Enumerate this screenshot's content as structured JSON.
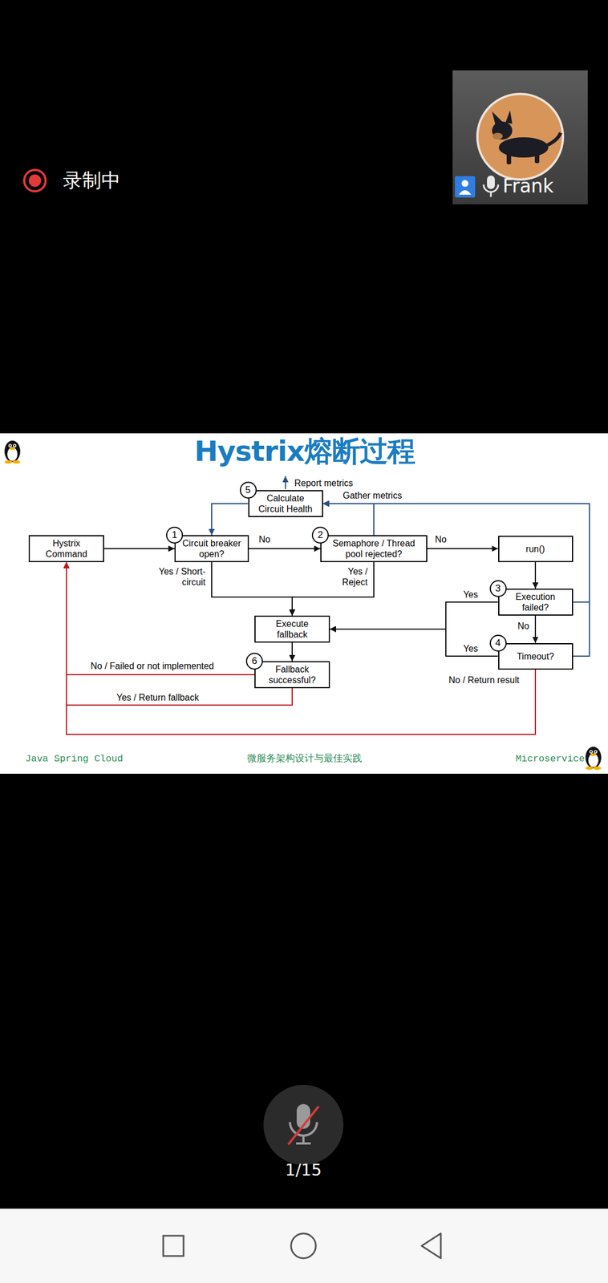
{
  "diagram": {
    "title": "Hystrix熔断过程",
    "nodes": [
      {
        "text": [
          "Calculate Circuit Health"
        ]
      },
      {
        "text": [
          "Hystrix Command"
        ]
      },
      {
        "text": [
          "Circuit breaker open?"
        ]
      },
      {
        "text": [
          "Semaphore / Thread pool rejected?"
        ]
      },
      {
        "text": [
          "run()"
        ]
      },
      {
        "text": [
          "Execution failed?"
        ]
      },
      {
        "text": [
          "Execute fallback"
        ]
      },
      {
        "text": [
          "Timeout?"
        ]
      },
      {
        "text": [
          "Fallback successful?"
        ]
      }
    ],
    "edges": [
      {
        "from": 1,
        "to": 2,
        "arrow": "to"
      },
      {
        "from": 2,
        "to": 3,
        "label": "No",
        "arrow": "to"
      },
      {
        "from": 3,
        "to": 4,
        "label": "No",
        "arrow": "to"
      },
      {
        "from": 2,
        "to": 6,
        "label": "Yes / Short-circuit",
        "arrow": "to"
      },
      {
        "from": 3,
        "to": 6,
        "label": "Yes / Reject",
        "arrow": "to"
      },
      {
        "from": 4,
        "to": 5,
        "arrow": "to"
      },
      {
        "from": 5,
        "to": 7,
        "label": "No",
        "arrow": "to"
      },
      {
        "from": 5,
        "to": 6,
        "label": "Yes",
        "arrow": "to"
      },
      {
        "from": 7,
        "to": 6,
        "label": "Yes",
        "arrow": "to"
      },
      {
        "from": 6,
        "to": 8,
        "arrow": "to"
      },
      {
        "from": 8,
        "to": 1,
        "label": "No / Failed or not implemented",
        "arrow": "to"
      },
      {
        "from": 8,
        "to": 1,
        "label": "Yes / Return fallback",
        "arrow": "to"
      },
      {
        "from": 7,
        "to": 1,
        "label": "No / Return result",
        "arrow": "to"
      },
      {
        "from": 0,
        "to": 2,
        "arrow": "to"
      },
      {
        "from": 3,
        "to": 0,
        "label": "Gather metrics",
        "arrow": "to"
      },
      {
        "from": 5,
        "to": 0,
        "arrow": "to"
      },
      {
        "from": 7,
        "to": 0,
        "arrow": "to"
      }
    ],
    "labels": [
      "录制中",
      "Frank",
      "1",
      "2",
      "3",
      "4",
      "5",
      "6",
      "Report metrics",
      "Java Spring Cloud",
      "微服务架构设计与最佳实践",
      "Microservice",
      "1/15"
    ]
  }
}
